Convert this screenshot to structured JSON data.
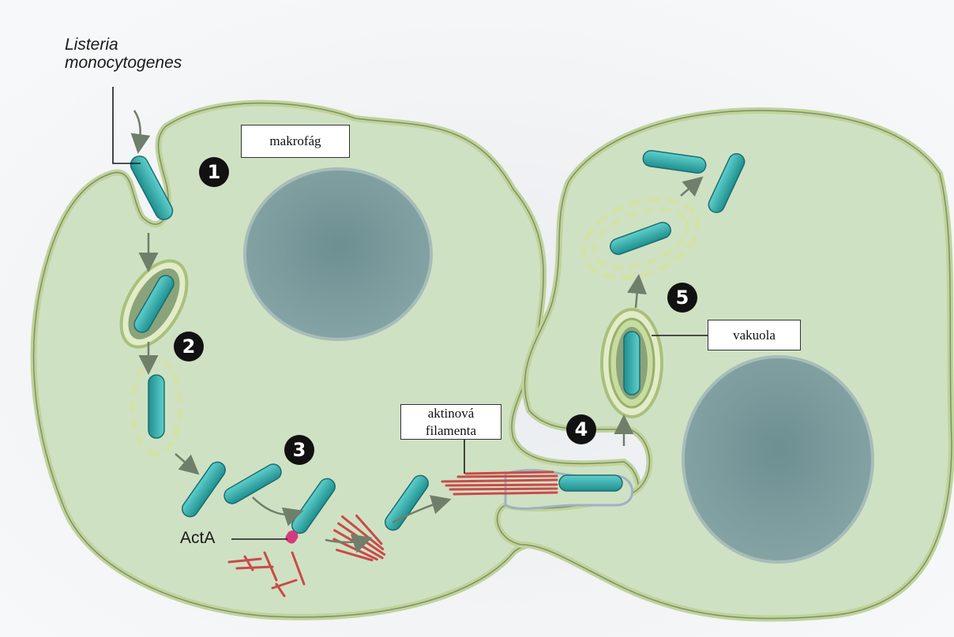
{
  "labels": {
    "species_line1": "Listeria",
    "species_line2": "monocytogenes",
    "makrofag": "makrofág",
    "vakuola": "vakuola",
    "aktinova_line1": "aktinová",
    "aktinova_line2": "filamenta",
    "acta": "ActA"
  },
  "steps": [
    "1",
    "2",
    "3",
    "4",
    "5"
  ],
  "colors": {
    "cytoplasm": "#cfe1c3",
    "membrane": "#c5d9a9",
    "nucleus": "#7f9ea0",
    "bacterium": "#34b5b3",
    "actin": "#c94a4a",
    "acta": "#d63a7e",
    "arrow": "#6f7f6a"
  }
}
